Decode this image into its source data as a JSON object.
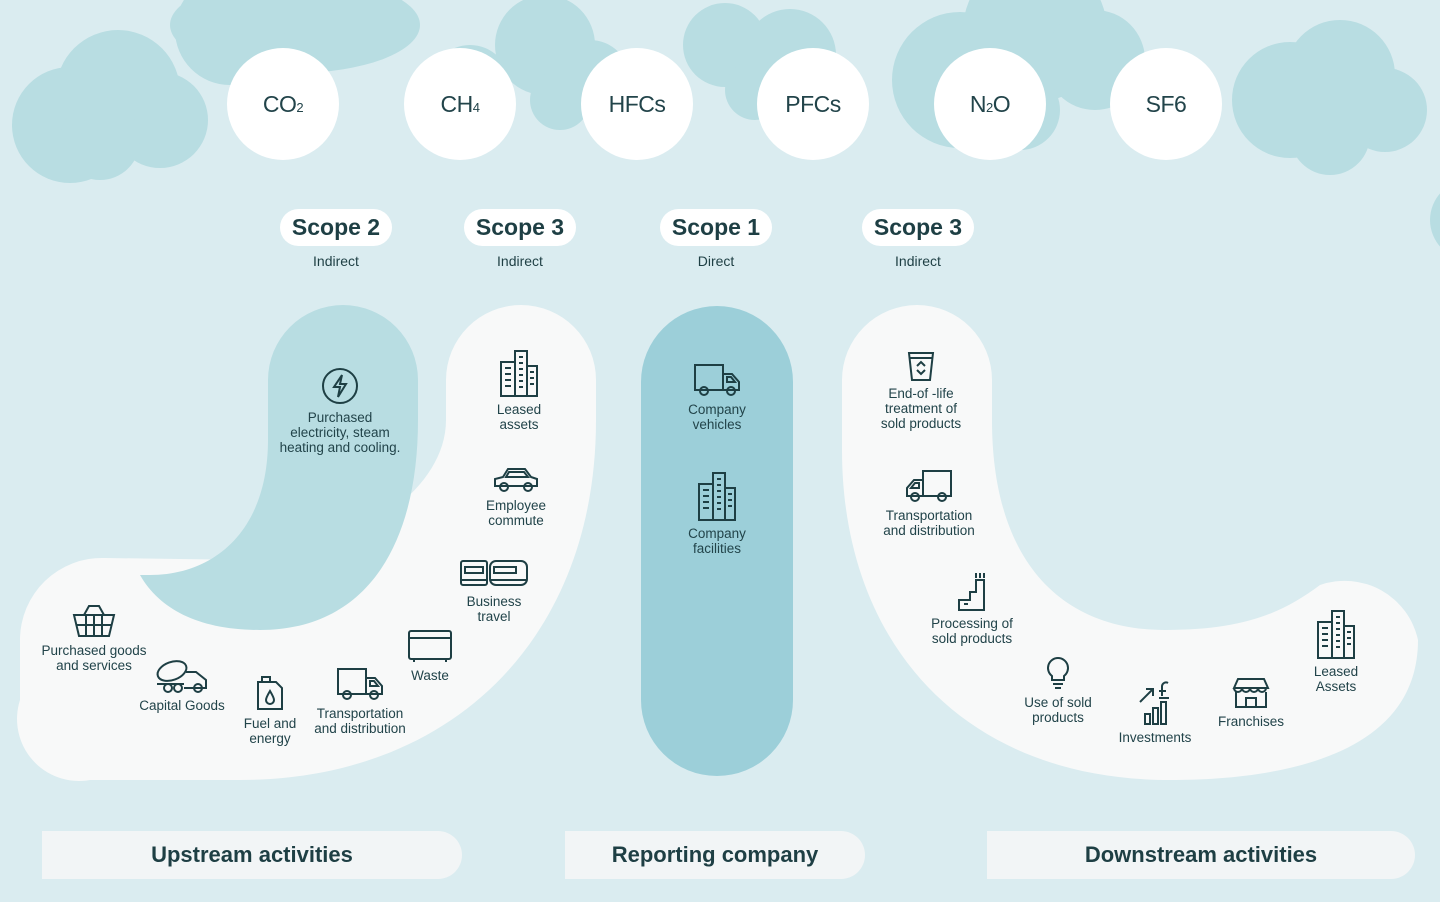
{
  "colors": {
    "background": "#daecf0",
    "cloud": "#b8dde2",
    "band_light": "#f8f9f9",
    "band_accent": "#9ccfd9",
    "text": "#1e3f44"
  },
  "gases": [
    {
      "base": "CO",
      "sub": "2"
    },
    {
      "base": "CH",
      "sub": "4"
    },
    {
      "base": "HFCs",
      "sub": ""
    },
    {
      "base": "PFCs",
      "sub": ""
    },
    {
      "base": "N",
      "sub": "2",
      "tail": "O"
    },
    {
      "base": "SF6",
      "sub": ""
    }
  ],
  "scopes": [
    {
      "title": "Scope 2",
      "type": "Indirect"
    },
    {
      "title": "Scope 3",
      "type": "Indirect"
    },
    {
      "title": "Scope 1",
      "type": "Direct"
    },
    {
      "title": "Scope 3",
      "type": "Indirect"
    }
  ],
  "scope2_items": [
    {
      "label1": "Purchased",
      "label2": "electricity, steam",
      "label3": "heating and cooling.",
      "icon": "lightning-icon"
    }
  ],
  "upstream_items": [
    {
      "label1": "Leased",
      "label2": "assets",
      "icon": "building-icon"
    },
    {
      "label1": "Employee",
      "label2": "commute",
      "icon": "car-icon"
    },
    {
      "label1": "Business",
      "label2": "travel",
      "icon": "train-icon"
    },
    {
      "label1": "Waste",
      "label2": "",
      "icon": "waste-container-icon"
    },
    {
      "label1": "Transportation",
      "label2": "and distribution",
      "icon": "truck-icon"
    },
    {
      "label1": "Fuel and",
      "label2": "energy",
      "icon": "fuel-can-icon"
    },
    {
      "label1": "Capital Goods",
      "label2": "",
      "icon": "cement-mixer-icon"
    },
    {
      "label1": "Purchased goods",
      "label2": "and services",
      "icon": "basket-icon"
    }
  ],
  "company_items": [
    {
      "label1": "Company",
      "label2": "vehicles",
      "icon": "truck-icon"
    },
    {
      "label1": "Company",
      "label2": "facilities",
      "icon": "building-icon"
    }
  ],
  "downstream_items": [
    {
      "label1": "End-of -life",
      "label2": "treatment of",
      "label3": "sold products",
      "icon": "recycle-bin-icon"
    },
    {
      "label1": "Transportation",
      "label2": "and distribution",
      "icon": "truck-icon"
    },
    {
      "label1": "Processing of",
      "label2": "sold products",
      "icon": "factory-icon"
    },
    {
      "label1": "Use of sold",
      "label2": "products",
      "icon": "lightbulb-icon"
    },
    {
      "label1": "Investments",
      "label2": "",
      "icon": "investments-chart-icon"
    },
    {
      "label1": "Franchises",
      "label2": "",
      "icon": "storefront-icon"
    },
    {
      "label1": "Leased",
      "label2": "Assets",
      "icon": "building-icon"
    }
  ],
  "footers": {
    "upstream": "Upstream activities",
    "company": "Reporting company",
    "downstream": "Downstream activities"
  }
}
